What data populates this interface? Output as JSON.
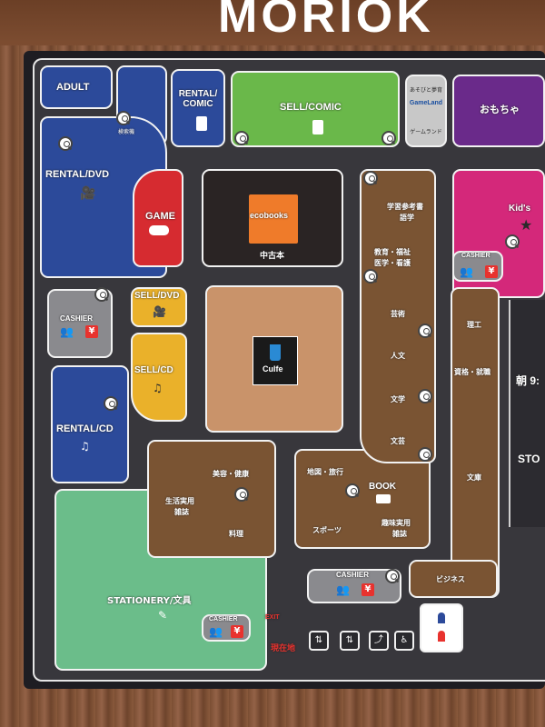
{
  "sign": {
    "title": "MORIOK"
  },
  "zones": {
    "adult": "ADULT",
    "rental_comic": "RENTAL/\nCOMIC",
    "sell_comic": "SELL/COMIC",
    "gameland": "GameLand",
    "gameland_small_top": "あそびと夢育",
    "gameland_small_bottom": "ゲームランド",
    "toys": "おもちゃ",
    "rental_dvd": "RENTAL/DVD",
    "game": "GAME",
    "ecobooks": "ecobooks",
    "used_books": "中古本",
    "kids": "Kid's",
    "cashier": "CASHIER",
    "sell_dvd": "SELL/DVD",
    "sell_cd": "SELL/CD",
    "culfe": "Culfe",
    "rental_cd": "RENTAL/CD",
    "stationery": "STATIONERY/文具",
    "book": "BOOK",
    "exit": "EXIT",
    "current_location": "現在地",
    "store_partial": "STO",
    "hours_partial": "朝 9:"
  },
  "categories": {
    "study_ref": "学習参考書",
    "language": "語学",
    "education_welfare": "教育・福祉",
    "medicine_nursing": "医学・看護",
    "arts": "芸術",
    "humanities": "人文",
    "literature": "文学",
    "bunko_lit": "文芸",
    "science_eng": "理工",
    "qualification": "資格・就職",
    "bunko": "文庫",
    "business": "ビジネス",
    "beauty_health": "美容・健康",
    "life_practical": "生活実用",
    "magazine": "雑誌",
    "cooking": "料理",
    "maps_travel": "地図・旅行",
    "sports": "スポーツ",
    "hobby_practical": "趣味実用",
    "hobby_magazine": "雑誌"
  },
  "search_label": "検索機",
  "colors": {
    "rental_blue": "#2c4a9a",
    "sell_green": "#6ab84a",
    "game_red": "#d62b30",
    "kids_pink": "#d4287a",
    "toys_purple": "#6a2a8a",
    "sell_yellow": "#eab12a",
    "culfe_tan": "#c9936a",
    "book_brown": "#7a5433",
    "stationery_green": "#6bbd8a",
    "cashier_gray": "#8a8a8e",
    "ecobooks_orange": "#ef7b2a"
  }
}
